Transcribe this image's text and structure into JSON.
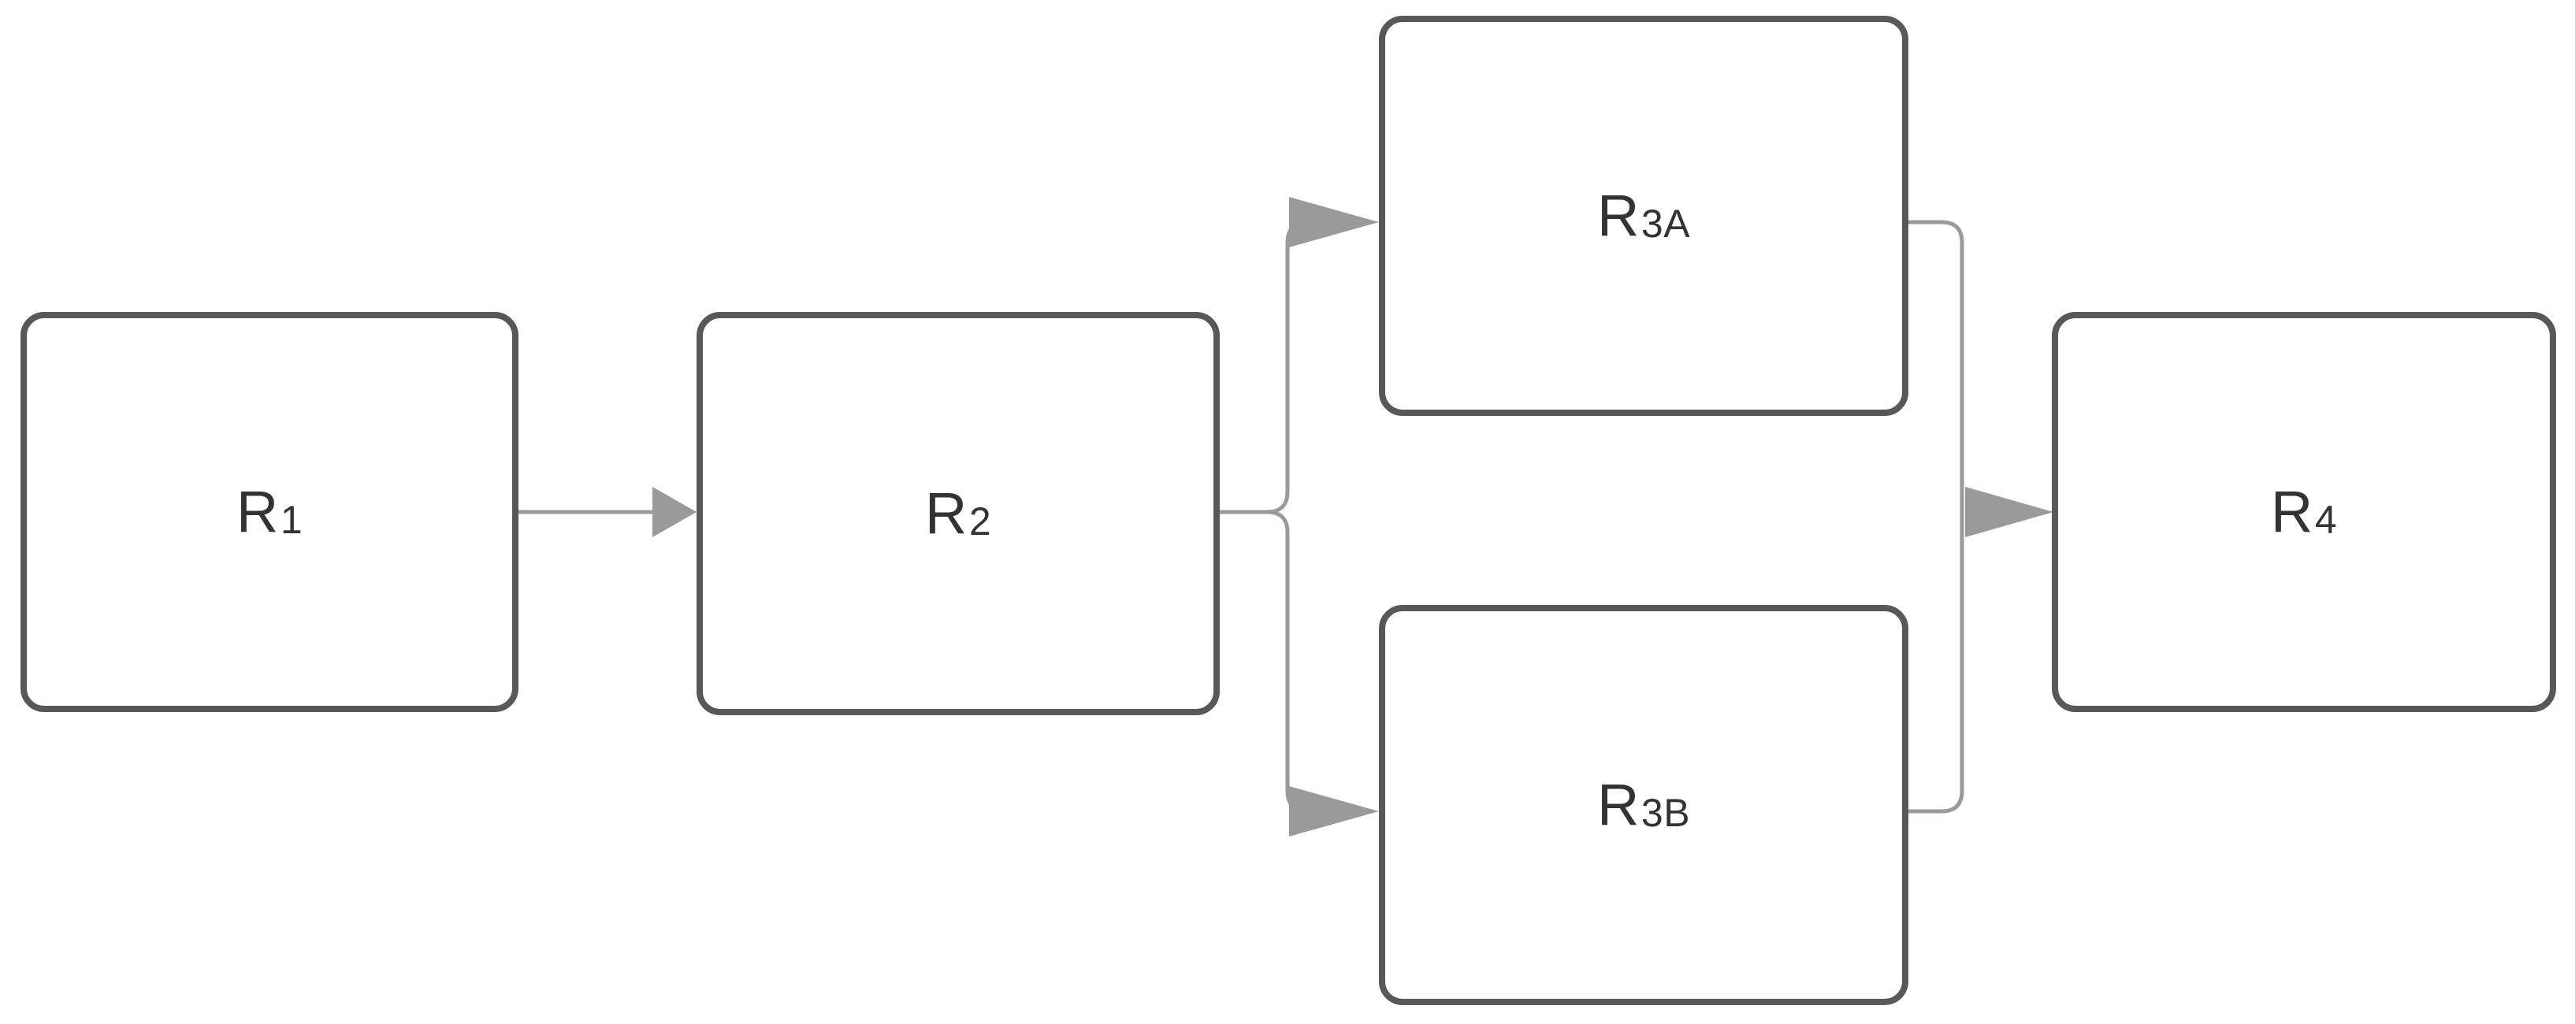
{
  "diagram": {
    "type": "flowchart",
    "orientation": "left-to-right",
    "background_color": "#ffffff",
    "node_border_color": "#585858",
    "node_fill_color": "#ffffff",
    "node_text_color": "#333333",
    "edge_color": "#9a9a9a",
    "nodes": [
      {
        "id": "R1",
        "base": "R",
        "subscript": "1",
        "label": "R1"
      },
      {
        "id": "R2",
        "base": "R",
        "subscript": "2",
        "label": "R2"
      },
      {
        "id": "R3A",
        "base": "R",
        "subscript": "3A",
        "label": "R3A"
      },
      {
        "id": "R3B",
        "base": "R",
        "subscript": "3B",
        "label": "R3B"
      },
      {
        "id": "R4",
        "base": "R",
        "subscript": "4",
        "label": "R4"
      }
    ],
    "edges": [
      {
        "from": "R1",
        "to": "R2",
        "style": "straight-arrow"
      },
      {
        "from": "R2",
        "to": "R3A",
        "style": "branch-up-arrow"
      },
      {
        "from": "R2",
        "to": "R3B",
        "style": "branch-down-arrow"
      },
      {
        "from": "R3A",
        "to": "R4",
        "style": "merge-down-arrow"
      },
      {
        "from": "R3B",
        "to": "R4",
        "style": "merge-up-arrow"
      }
    ]
  }
}
